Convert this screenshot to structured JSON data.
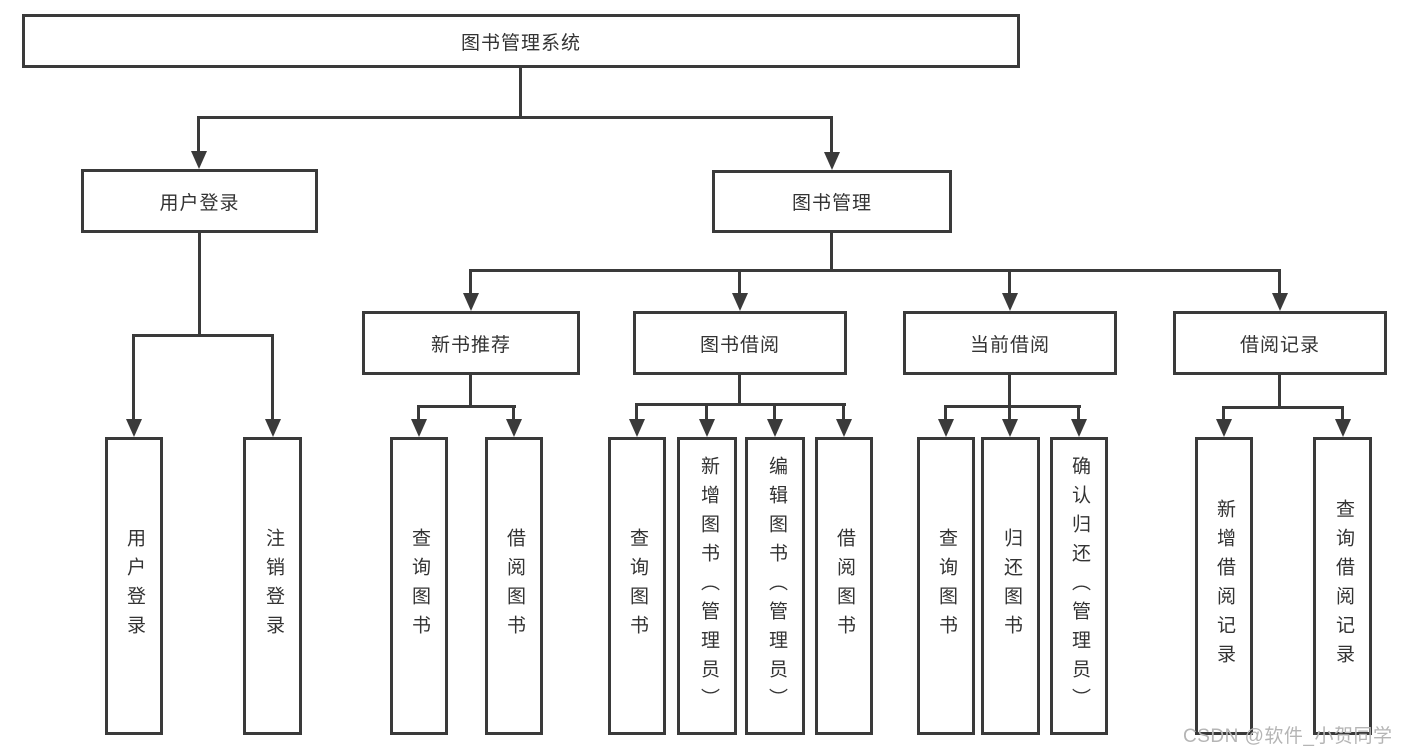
{
  "diagram": {
    "root": {
      "label": "图书管理系统"
    },
    "branches": [
      {
        "label": "用户登录",
        "children": [
          {
            "label": "用户登录"
          },
          {
            "label": "注销登录"
          }
        ]
      },
      {
        "label": "图书管理",
        "children": [
          {
            "label": "新书推荐",
            "children": [
              {
                "label": "查询图书"
              },
              {
                "label": "借阅图书"
              }
            ]
          },
          {
            "label": "图书借阅",
            "children": [
              {
                "label": "查询图书"
              },
              {
                "label": "新增图书（管理员）"
              },
              {
                "label": "编辑图书（管理员）"
              },
              {
                "label": "借阅图书"
              }
            ]
          },
          {
            "label": "当前借阅",
            "children": [
              {
                "label": "查询图书"
              },
              {
                "label": "归还图书"
              },
              {
                "label": "确认归还（管理员）"
              }
            ]
          },
          {
            "label": "借阅记录",
            "children": [
              {
                "label": "新增借阅记录"
              },
              {
                "label": "查询借阅记录"
              }
            ]
          }
        ]
      }
    ]
  },
  "watermark": {
    "text": "CSDN @软件_小贺同学"
  },
  "colors": {
    "line": "#3a3a3a",
    "text": "#333333",
    "background": "#ffffff",
    "watermark": "#b5b5b5"
  }
}
